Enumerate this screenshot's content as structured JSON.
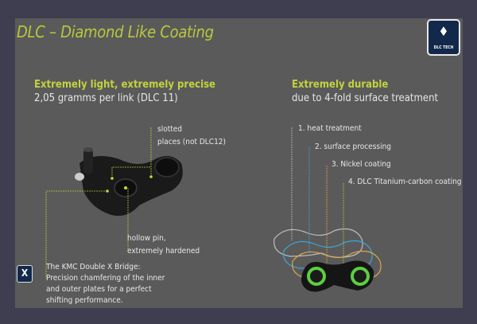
{
  "title": "DLC – Diamond Like Coating",
  "badge": {
    "label": "DLC TECH",
    "icon": "diamond-icon"
  },
  "left": {
    "heading": "Extremely light, extremely precise",
    "subheading": "2,05  gramms per link (DLC 11)",
    "callouts": {
      "slotted": [
        "slotted",
        "places (not DLC12)"
      ],
      "hollow_pin": [
        "hollow pin,",
        "extremely hardened"
      ],
      "bridge": [
        "The KMC Double X Bridge:",
        "Precision chamfering of the inner",
        "and outer plates for a perfect",
        "shifting performance."
      ]
    },
    "bridge_icon": "x-bridge-icon"
  },
  "right": {
    "heading": "Extremely durable",
    "subheading": "due to 4-fold surface treatment",
    "layers": [
      {
        "label": "1. heat treatment",
        "color": "#bdbdbd"
      },
      {
        "label": "2. surface processing",
        "color": "#3aa7d6"
      },
      {
        "label": "3. Nickel coating",
        "color": "#d7a94a"
      },
      {
        "label": "4. DLC  Titanium-carbon coating",
        "color": "#a8c23a"
      }
    ]
  },
  "colors": {
    "accent": "#b7c93a",
    "panel": "#5b5a5b",
    "background": "#3f3d50"
  }
}
